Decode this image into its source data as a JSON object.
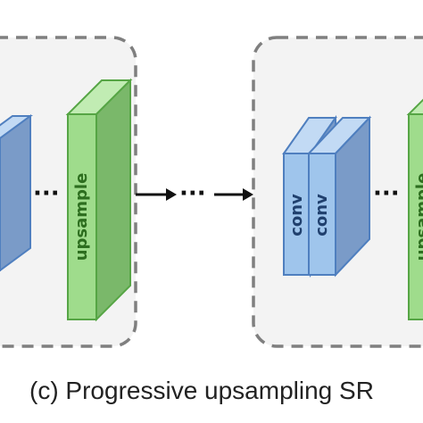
{
  "caption": "(c) Progressive upsampling SR",
  "blocks": {
    "upsample_label": "upsample",
    "conv_label": "conv"
  },
  "ellipsis": "···",
  "colors": {
    "conv_face": "#9fc5ec",
    "conv_side": "#7a9bc8",
    "conv_top": "#c2daf4",
    "conv_stroke": "#4f7fbf",
    "conv_text": "#20406e",
    "upsample_face": "#9fdc8c",
    "upsample_side": "#7ab86a",
    "upsample_top": "#c1ecb3",
    "upsample_stroke": "#56a545",
    "upsample_text": "#2d6e1f",
    "frame_stroke": "#7f7f7f",
    "frame_fill": "#f3f3f3",
    "arrow": "#111111"
  }
}
